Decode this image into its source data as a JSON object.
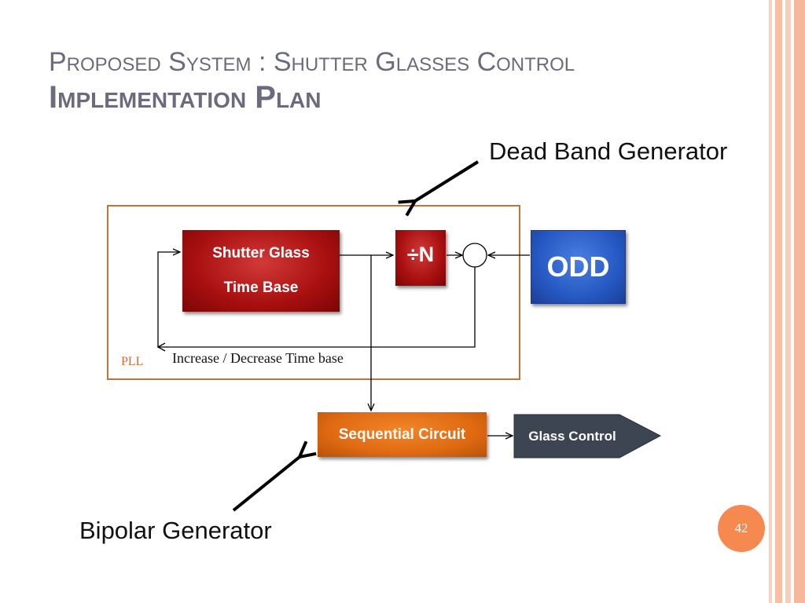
{
  "slide": {
    "title_line1": "Proposed System : Shutter Glasses Control",
    "title_line2": "Implementation Plan",
    "page_number": "42"
  },
  "callouts": {
    "dead_band": "Dead Band Generator",
    "bipolar": "Bipolar Generator"
  },
  "diagram": {
    "pll_label": "PLL",
    "feedback_label": "Increase / Decrease Time base",
    "time_base_line1": "Shutter Glass",
    "time_base_line2": "Time Base",
    "divider": "÷N",
    "odd": "ODD",
    "sequential": "Sequential Circuit",
    "glass_control": "Glass Control"
  },
  "colors": {
    "title": "#6b6b7d",
    "frame": "#c0733d",
    "time_base_block": "#a80f0f",
    "odd_block": "#2659c4",
    "sequential_block": "#df6a12",
    "glass_control_block": "#3d4452",
    "page_badge": "#f5894f",
    "stripe": "#f7c4ae"
  }
}
